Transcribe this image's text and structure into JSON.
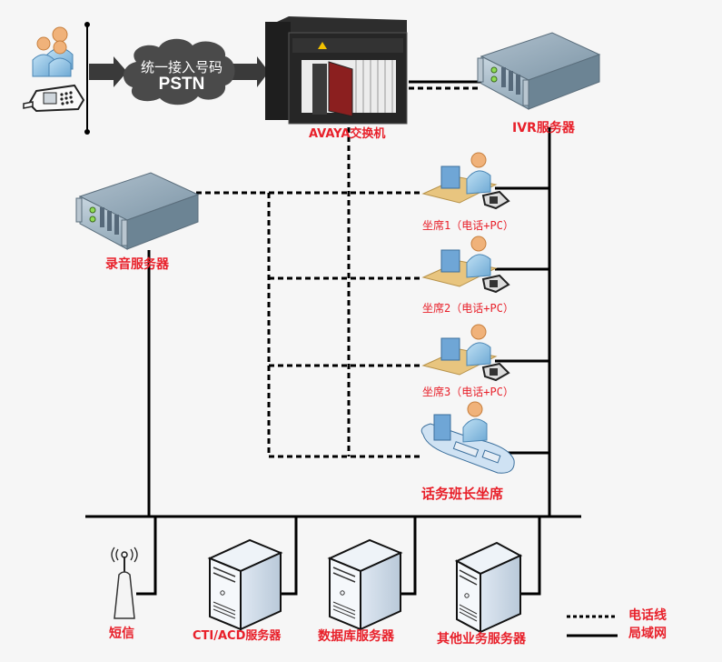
{
  "diagram": {
    "title": "",
    "colors": {
      "label": "#e8202a",
      "line": "#000000",
      "background": "#f6f6f6"
    },
    "pstn": {
      "line1": "统一接入号码",
      "line2": "PSTN"
    },
    "nodes": {
      "callers": {
        "icon": "users-group-icon",
        "label": ""
      },
      "caller_phone": {
        "icon": "desk-phone-icon",
        "label": ""
      },
      "avaya": {
        "icon": "pbx-chassis-icon",
        "label": "AVAYA交换机"
      },
      "ivr": {
        "icon": "rack-server-icon",
        "label": "IVR服务器"
      },
      "recording": {
        "icon": "rack-server-icon",
        "label": "录音服务器"
      },
      "agents": [
        {
          "icon": "agent-workstation-icon",
          "label": "坐席1（电话+PC）"
        },
        {
          "icon": "agent-workstation-icon",
          "label": "坐席2（电话+PC）"
        },
        {
          "icon": "agent-workstation-icon",
          "label": "坐席3（电话+PC）"
        }
      ],
      "supervisor": {
        "icon": "supervisor-desk-icon",
        "label": "话务班长坐席"
      },
      "sms": {
        "icon": "antenna-icon",
        "label": "短信"
      },
      "cti": {
        "icon": "tower-server-icon",
        "label": "CTI/ACD服务器"
      },
      "db": {
        "icon": "tower-server-icon",
        "label": "数据库服务器"
      },
      "other": {
        "icon": "tower-server-icon",
        "label": "其他业务服务器"
      }
    },
    "legend": [
      {
        "style": "dashed",
        "label": "电话线"
      },
      {
        "style": "solid",
        "label": "局域网"
      }
    ]
  }
}
